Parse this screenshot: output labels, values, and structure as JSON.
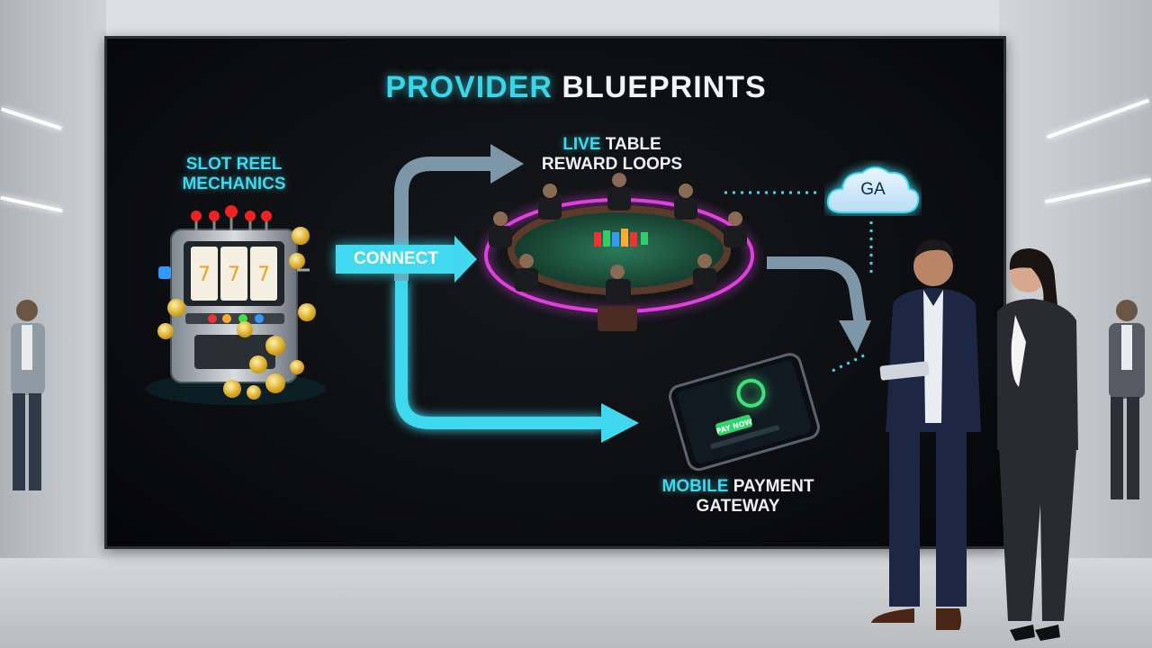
{
  "title": {
    "accent": "PROVIDER",
    "rest": "BLUEPRINTS"
  },
  "labels": {
    "slot_line1": "SLOT REEL",
    "slot_line2": "MECHANICS",
    "live_line1_accent": "LIVE",
    "live_line1_rest": "TABLE",
    "live_line2": "REWARD LOOPS",
    "mobile_line1_accent": "MOBILE",
    "mobile_line1_rest": "PAYMENT",
    "mobile_line2": "GATEWAY",
    "connect": "CONNECT",
    "cloud": "GA"
  },
  "phone": {
    "button": "PAY NOW"
  },
  "colors": {
    "accent": "#3fd8ee",
    "table_ring": "#e040e0",
    "table_felt": "#1f5a44",
    "screen": "#0b0c0f"
  }
}
